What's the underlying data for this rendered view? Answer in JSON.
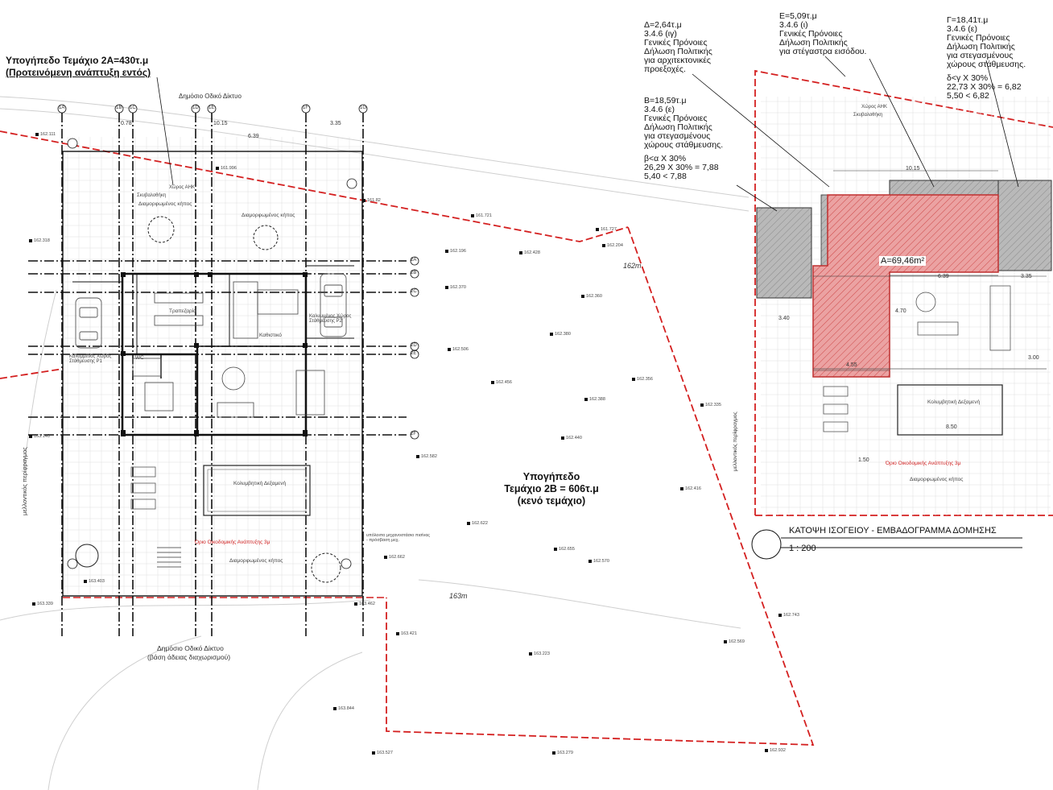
{
  "left_plan": {
    "title": "Υπογήπεδο Τεμάχιο 2Α=430τ.μ",
    "subtitle": "(Προτεινόμενη ανάπτυξη εντός)",
    "road_top": "Δημόσιο Οδικό Δίκτυο",
    "road_bottom_1": "Δημόσιο Οδικό Δίκτυο",
    "road_bottom_2": "(βάση άδειας διαχωρισμού)",
    "future_boundary": "μελλοντικός περίφραγμος",
    "grid_cols": [
      "1A",
      "1B",
      "1C",
      "1D",
      "1E",
      "1F",
      "1G"
    ],
    "grid_rows": [
      "2A",
      "2B",
      "2C",
      "2D",
      "2E",
      "2F"
    ],
    "dims_top": [
      "0.78",
      "10.15",
      "3.35",
      "6.39"
    ],
    "rooms": {
      "landscaped_1": "Διαμορφωμένος κήπος",
      "landscaped_2": "Διαμορφωμένος κήπος",
      "landscaped_3": "Διαμορφωμένος κήπος",
      "dining": "Τραπεζαρία",
      "living": "Καθιστικό",
      "wc": "WC",
      "parking_1": "Καλυμμένος Χώρος Στάθμευσης P1",
      "parking_2": "Καλυμμένος Χώρος Στάθμευσης P2",
      "pool": "Κολυμβητική Δεξαμενή",
      "ahk": "Χώρος ΑΗΚ",
      "gate": "Σκυβαλοθήκη",
      "limit": "Όριο Οικοδομικής Ανάπτυξης 3μ",
      "access": "υπόλοιπο μηχανοστάσιο πισίνας - πρόσβαση μεχ."
    }
  },
  "middle": {
    "label1": "Υπογήπεδο",
    "label2": "Τεμάχιο 2Β = 606τ.μ",
    "label3": "(κενό τεμάχιο)",
    "contour_1": "162m",
    "contour_2": "163m"
  },
  "levels": [
    "162.111",
    "161.996",
    "161.82",
    "161.721",
    "161.727",
    "162.204",
    "162.196",
    "162.428",
    "162.370",
    "162.360",
    "162.380",
    "162.506",
    "162.456",
    "162.388",
    "162.356",
    "162.335",
    "162.440",
    "162.582",
    "162.416",
    "162.622",
    "162.655",
    "162.570",
    "162.662",
    "163.421",
    "163.223",
    "162.569",
    "162.743",
    "163.844",
    "163.527",
    "163.279",
    "162.932",
    "162.318",
    "163.140",
    "163.403",
    "163.339",
    "163.462"
  ],
  "notes": {
    "delta": [
      "Δ=2,64τ.μ",
      "3.4.6 (ιγ)",
      "Γενικές Πρόνοιες",
      "Δήλωση Πολιτικής",
      "για αρχιτεκτονικές",
      "προεξοχές."
    ],
    "epsilon": [
      "Ε=5,09τ.μ",
      "3.4.6 (ι)",
      "Γενικές Πρόνοιες",
      "Δήλωση Πολιτικής",
      "για στέγαστρα εισόδου."
    ],
    "gamma": [
      "Γ=18,41τ.μ",
      "3.4.6 (ε)",
      "Γενικές Πρόνοιες",
      "Δήλωση Πολιτικής",
      "για στεγασμένους",
      "χώρους στάθμευσης."
    ],
    "gamma_calc": [
      "δ<γ Χ 30%",
      "22,73 Χ 30% = 6,82",
      "5,50 <  6,82"
    ],
    "beta": [
      "Β=18,59τ.μ",
      "3.4.6 (ε)",
      "Γενικές Πρόνοιες",
      "Δήλωση Πολιτικής",
      "για στεγασμένους",
      "χώρους στάθμευσης."
    ],
    "beta_calc": [
      "β<α Χ 30%",
      "26,29 Χ 30% = 7,88",
      "5,40 <  7,88"
    ]
  },
  "right_plan": {
    "area_label": "Α=69,46m²",
    "pool": "Κολυμβητική Δεξαμενή",
    "limit": "Όριο Οικοδομικής Ανάπτυξης 3μ",
    "garden": "Διαμορφωμένος κήπος",
    "future_boundary": "μελλοντικός περίφραγμος",
    "dims": [
      "10.15",
      "6.39",
      "3.35",
      "3.40",
      "4.55",
      "4.70",
      "3.00",
      "8.50",
      "1.50"
    ],
    "ahk": "Χώρος ΑΗΚ",
    "gate": "Σκυβαλοθήκη"
  },
  "caption": {
    "title": "ΚΑΤΟΨΗ ΙΣΟΓΕΙΟΥ - ΕΜΒΑΔΟΓΡΑΜΜΑ ΔΟΜΗΣΗΣ",
    "scale": "1 : 200"
  },
  "colors": {
    "boundary": "#d42020",
    "footprint_fill": "#e89a9a",
    "footprint_line": "#c03030",
    "grey_hatch": "#a8a8a8",
    "wall": "#111111"
  }
}
